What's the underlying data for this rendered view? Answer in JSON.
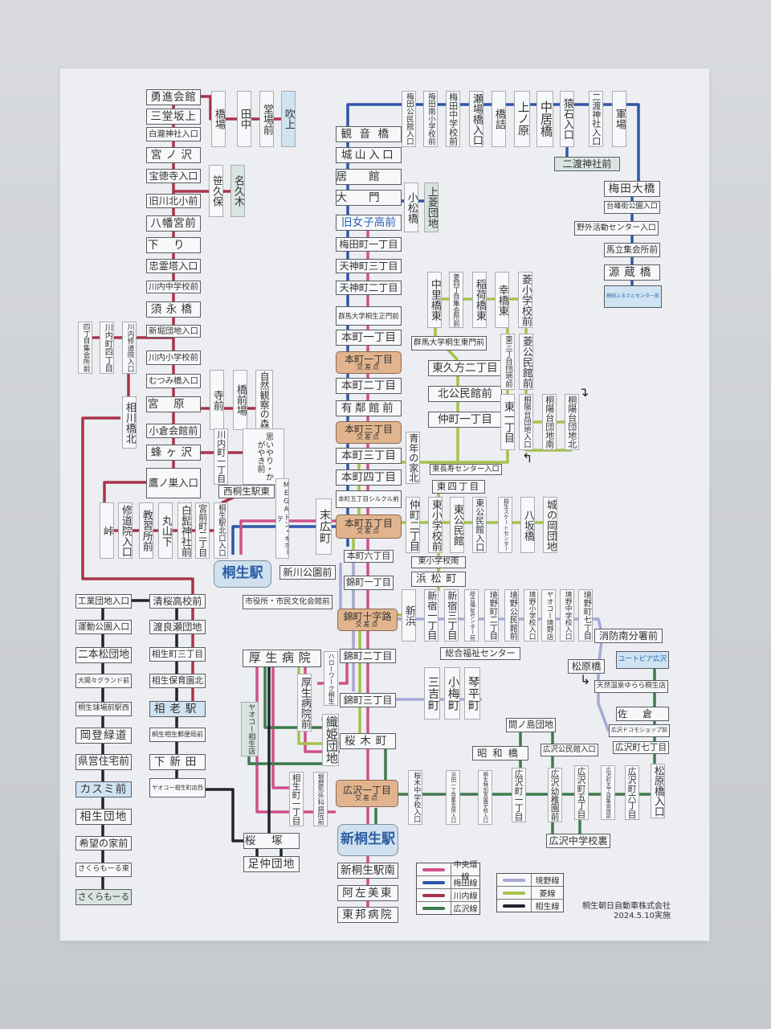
{
  "labels": {
    "intersection": "交差点"
  },
  "stops": [
    "勇進会館",
    "三堂坂上",
    "白瀧神社入口",
    "宮ノ沢",
    "宝徳寺入口",
    "旧川北小前",
    "八幡宮前",
    "下り",
    "忠霊塔入口",
    "川内中学校前",
    "須永橋",
    "新堀団地入口",
    "川内小学校前",
    "むつみ橋入口",
    "宮原",
    "小倉会館前",
    "蜂ヶ沢",
    "鷹ノ巣入口",
    "橋場",
    "田中",
    "堂場前",
    "吹上",
    "笹久保",
    "名久木",
    "四丁目集会所前",
    "川内町四丁目",
    "川内修道院入口",
    "相川橋北",
    "寺前",
    "橋前場",
    "自然観察の森",
    "川内町一丁目",
    "思いやり・かがやき前",
    "西桐生駅東",
    "MEGAドン・キホーテ",
    "峠",
    "修道院入口",
    "教習所前",
    "丸山下",
    "白髭神社前",
    "宮前町二丁目",
    "桐生駅北口入口",
    "末広町",
    "桐生駅",
    "新川公園前",
    "市役所・市民文化会館前",
    "厚生病院",
    "ヤオコー相生店",
    "厚生病院前",
    "ハローワーク桐生",
    "織姫団地",
    "相生町一丁目",
    "堀整形外科病院前",
    "桜塚",
    "足仲団地",
    "工業団地入口",
    "運動公園入口",
    "二本松団地",
    "大間々グランド前",
    "桐生球場前駅西",
    "岡登緑道",
    "県営住宅前",
    "カスミ前",
    "相生団地",
    "希望の家前",
    "さくらもーる東",
    "さくらもーる",
    "清桜高校前",
    "渡良瀬団地",
    "相生町三丁目",
    "相生保育園北",
    "相老駅",
    "桐生相生郵便局前",
    "下新田",
    "ヤオコー相生町店西",
    "観音橋",
    "城山入口",
    "居館",
    "大門",
    "旧女子高前",
    "梅田町一丁目",
    "天神町三丁目",
    "天神町二丁目",
    "群馬大学桐生正門前",
    "本町一丁目",
    "本町一丁目",
    "本町二丁目",
    "有鄰館前",
    "本町三丁目",
    "本町三丁目",
    "本町四丁目",
    "本町五丁目シルクル前",
    "本町五丁目",
    "本町六丁目",
    "錦町一丁目",
    "錦町十字路",
    "錦町二丁目",
    "錦町三丁目",
    "桜木町",
    "広沢一丁目",
    "新桐生駅",
    "新桐生駅南",
    "阿左美東",
    "東邦病院",
    "梅田公民館入口",
    "梅田南小学校前",
    "梅田中学校前",
    "瀬場橋入口",
    "橋詰",
    "上ノ原",
    "中居橋",
    "猿石入口",
    "二渡神社入口",
    "軍場",
    "二渡神社前",
    "梅田大橋",
    "台峰街公園入口",
    "野外活動センター入口",
    "馬立集会所前",
    "源蔵橋",
    "梅田ふるさとセンター前",
    "小松橋",
    "上菱団地",
    "中里橋東",
    "菱四丁目集会所前",
    "稲荷橋東",
    "幸橋東",
    "菱小学校前",
    "群馬大学桐生東門前",
    "東久方二丁目",
    "北公民館前",
    "仲町一丁目",
    "東三丁目団地前",
    "東一丁目",
    "菱公民館前",
    "桐陽台団地入口",
    "桐陽台団地南",
    "桐陽台団地北",
    "青年の家北",
    "東長寿センター入口",
    "東四丁目",
    "仲町二丁目",
    "東小学校前",
    "東公民館",
    "東公民館入口",
    "桐生スケートセンター",
    "八坂橋",
    "城の岡団地",
    "東小学校南",
    "浜松町",
    "新浜",
    "新宿一丁目",
    "新宿三丁目",
    "総合福祉センター前",
    "境野町二丁目",
    "境野公民館前",
    "境野小学校入口",
    "ヤオコー境野店",
    "境野中学校入口",
    "境野町七丁目",
    "消防南分署前",
    "総合福祉センター",
    "三吉町",
    "小梅町",
    "琴平町",
    "松原橋",
    "ユートピア広沢",
    "天然温泉ゆらら桐生店",
    "佐倉",
    "広沢ドコモショップ前",
    "広沢町七丁目",
    "間ノ島団地",
    "昭和橋",
    "広沢公民館入口",
    "桜木中学校入口",
    "浜田一丁目集会所入口",
    "桐生特別支援学校入口",
    "広沢町一丁目",
    "広沢幼稚園前",
    "広沢町五丁目",
    "広沢町五丁目集会所前",
    "広沢町六丁目",
    "松原橋入口",
    "広沢中学校裏"
  ],
  "legend": [
    {
      "name": "中央環線",
      "color": "#d0508a"
    },
    {
      "name": "梅田線",
      "color": "#2f56a8"
    },
    {
      "name": "川内線",
      "color": "#a8344a"
    },
    {
      "name": "広沢線",
      "color": "#3f7a4c"
    },
    {
      "name": "境野線",
      "color": "#aaa7d8"
    },
    {
      "name": "菱線",
      "color": "#a8c04a"
    },
    {
      "name": "相生線",
      "color": "#22232e"
    }
  ],
  "footer": {
    "company": "桐生朝日自動車株式会社",
    "effective": "2024.5.10実施"
  }
}
